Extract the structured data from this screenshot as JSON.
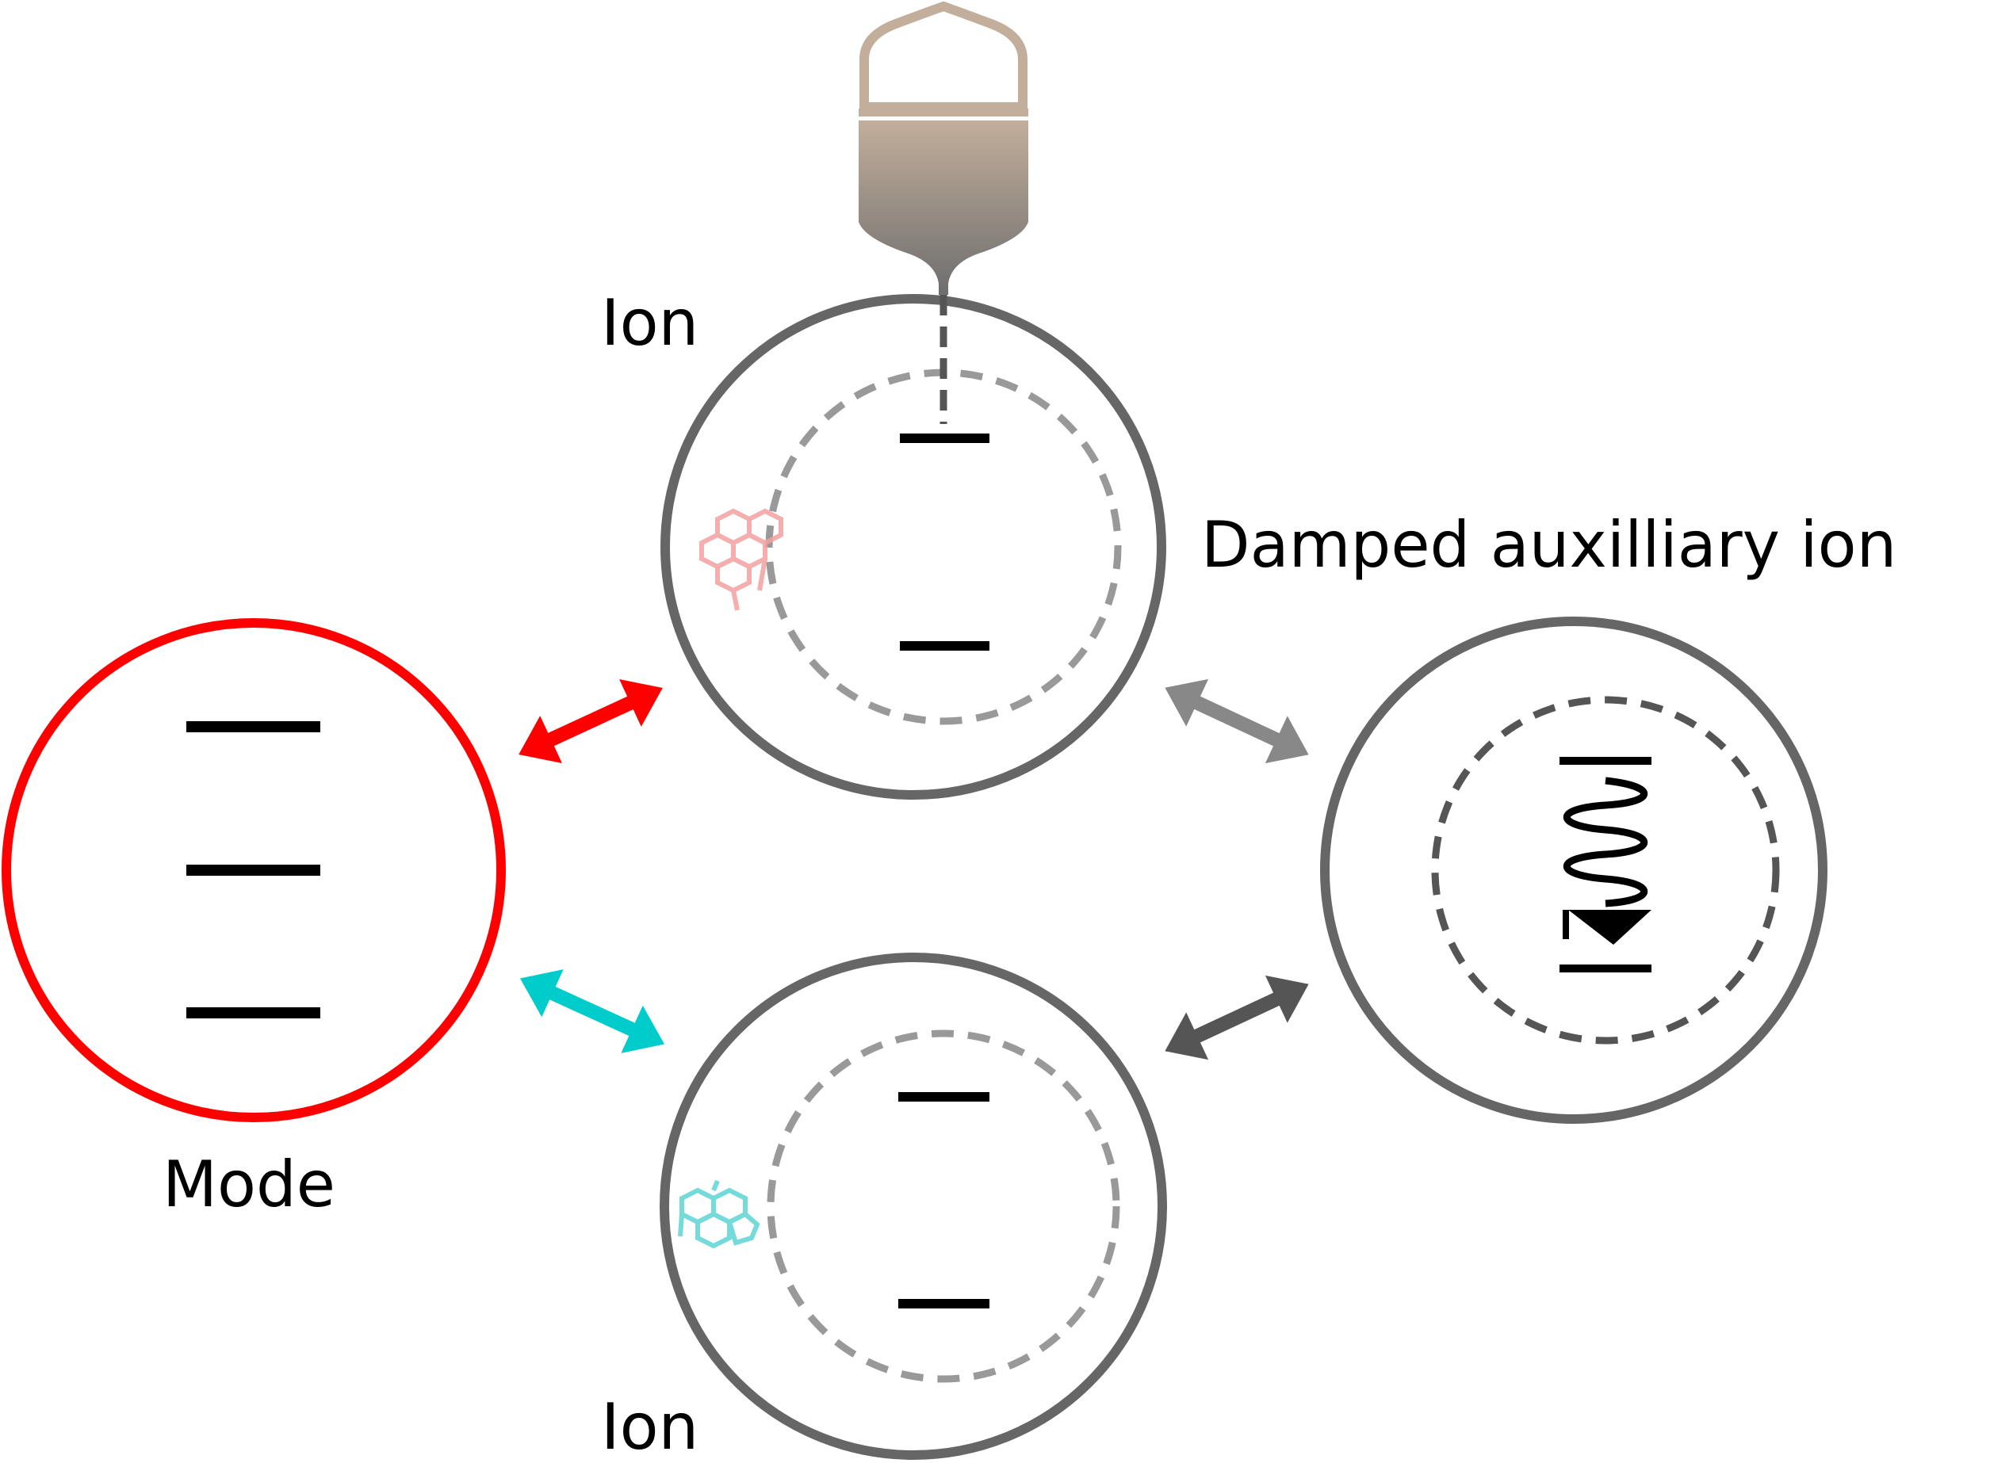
{
  "labels": {
    "top_ion": "Ion",
    "bottom_ion": "Ion",
    "mode": "Mode",
    "auxiliary": "Damped auxilliary ion"
  },
  "colors": {
    "mode": "#ff0000",
    "circle": "#666666",
    "dashed": "#999999",
    "dashed_dark": "#555555",
    "arrow_red": "#ff0000",
    "arrow_cyan": "#00cccc",
    "arrow_gray_light": "#888888",
    "arrow_gray_dark": "#555555",
    "molecule_red": "#f4a0a0",
    "molecule_cyan": "#66d6d6",
    "laser_top": "#c2ae9b",
    "laser_bottom": "#6e6e6e"
  }
}
